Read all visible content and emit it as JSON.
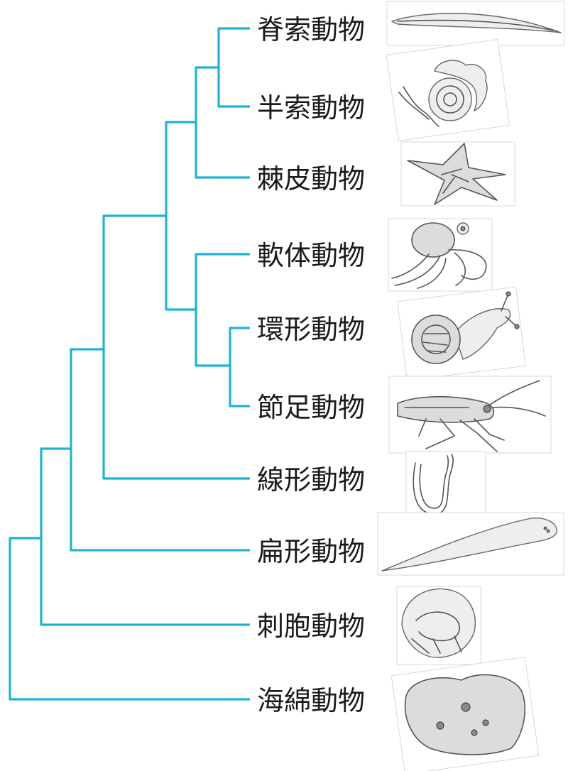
{
  "diagram": {
    "type": "phylogenetic-tree",
    "line_color": "#1eb3d6",
    "taxa": [
      {
        "label": "脊索動物",
        "illustration": "lancelet-drawing"
      },
      {
        "label": "半索動物",
        "illustration": "acorn-worm-drawing"
      },
      {
        "label": "棘皮動物",
        "illustration": "starfish-drawing"
      },
      {
        "label": "軟体動物",
        "illustration": "octopus-drawing"
      },
      {
        "label": "環形動物",
        "illustration": "snail-drawing"
      },
      {
        "label": "節足動物",
        "illustration": "grasshopper-drawing"
      },
      {
        "label": "線形動物",
        "illustration": "roundworm-drawing"
      },
      {
        "label": "扁形動物",
        "illustration": "flatworm-drawing"
      },
      {
        "label": "刺胞動物",
        "illustration": "jellyfish-drawing"
      },
      {
        "label": "海綿動物",
        "illustration": "sponge-drawing"
      }
    ],
    "clades": [
      {
        "members": [
          "脊索動物",
          "半索動物"
        ]
      },
      {
        "members": [
          "脊索動物",
          "半索動物",
          "棘皮動物"
        ]
      },
      {
        "members": [
          "環形動物",
          "節足動物"
        ]
      },
      {
        "members": [
          "軟体動物",
          "環形動物",
          "節足動物"
        ]
      },
      {
        "members": [
          "脊索動物",
          "半索動物",
          "棘皮動物",
          "軟体動物",
          "環形動物",
          "節足動物"
        ]
      },
      {
        "members": [
          "脊索動物",
          "半索動物",
          "棘皮動物",
          "軟体動物",
          "環形動物",
          "節足動物",
          "線形動物"
        ]
      },
      {
        "members": [
          "脊索動物",
          "半索動物",
          "棘皮動物",
          "軟体動物",
          "環形動物",
          "節足動物",
          "線形動物",
          "扁形動物"
        ]
      },
      {
        "members": [
          "脊索動物",
          "半索動物",
          "棘皮動物",
          "軟体動物",
          "環形動物",
          "節足動物",
          "線形動物",
          "扁形動物",
          "刺胞動物"
        ]
      },
      {
        "members": [
          "脊索動物",
          "半索動物",
          "棘皮動物",
          "軟体動物",
          "環形動物",
          "節足動物",
          "線形動物",
          "扁形動物",
          "刺胞動物",
          "海綿動物"
        ]
      }
    ]
  }
}
